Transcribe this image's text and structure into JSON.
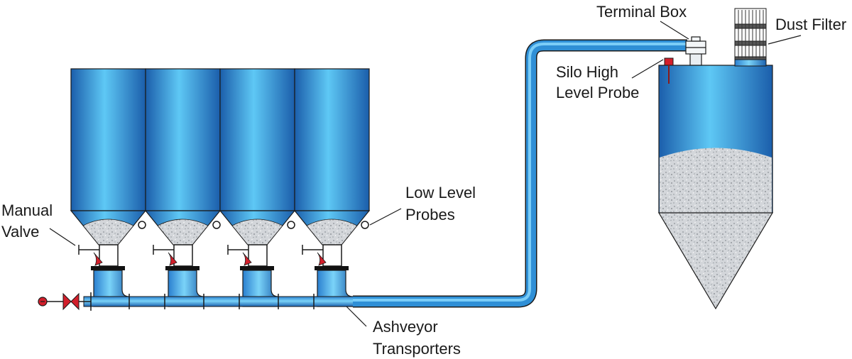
{
  "labels": {
    "terminal_box": "Terminal Box",
    "dust_filter": "Dust Filter",
    "silo_high_line1": "Silo High",
    "silo_high_line2": "Level Probe",
    "low_level_line1": "Low Level",
    "low_level_line2": "Probes",
    "manual_valve_line1": "Manual",
    "manual_valve_line2": "Valve",
    "ashveyor_line1": "Ashveyor",
    "ashveyor_line2": "Transporters"
  },
  "colors": {
    "silo_blue": "#2f8fd6",
    "silo_dark": "#1b5eab",
    "ash_grey": "#c9ccd0",
    "valve_red": "#d21f2b",
    "outline": "#1a1a1a"
  }
}
